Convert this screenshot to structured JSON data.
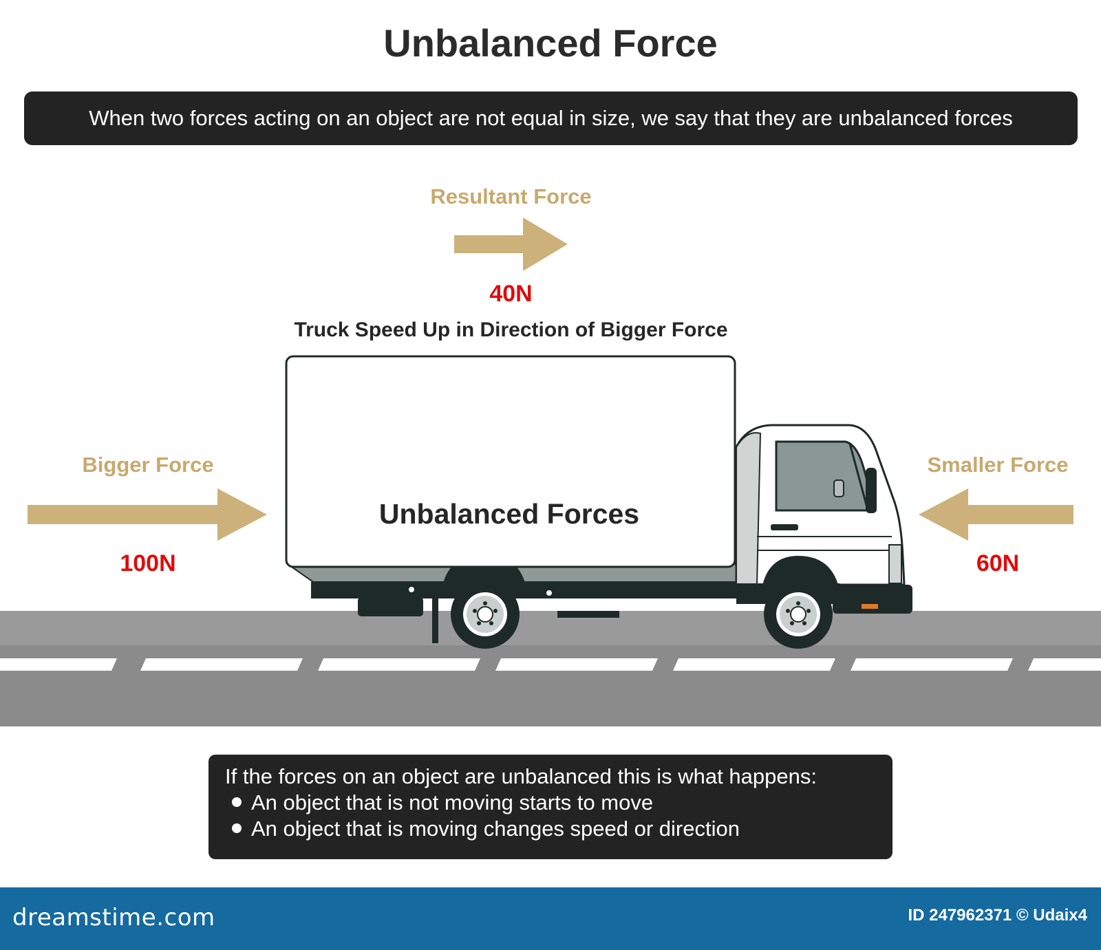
{
  "title": "Unbalanced Force",
  "definition": "When two forces acting on an object are not equal in size, we say that they are unbalanced forces",
  "resultant": {
    "label": "Resultant Force",
    "value": "40N"
  },
  "caption": "Truck Speed Up in Direction of Bigger Force",
  "bigger": {
    "label": "Bigger Force",
    "value": "100N"
  },
  "smaller": {
    "label": "Smaller Force",
    "value": "60N"
  },
  "box_label": "Unbalanced Forces",
  "summary": {
    "intro": "If the forces on an object are unbalanced this is what happens:",
    "bullets": [
      "An object that is not moving starts to move",
      "An object that is moving changes speed or direction"
    ]
  },
  "footer": {
    "logo": "dreamstime.com",
    "id": "ID 247962371 © Udaix4"
  },
  "colors": {
    "force_label": "#c8a96e",
    "force_value": "#e00b0b",
    "arrow": "#cdb17a",
    "dark_box": "#232323",
    "road": "#8b8b8b",
    "footer": "#156aa0"
  }
}
